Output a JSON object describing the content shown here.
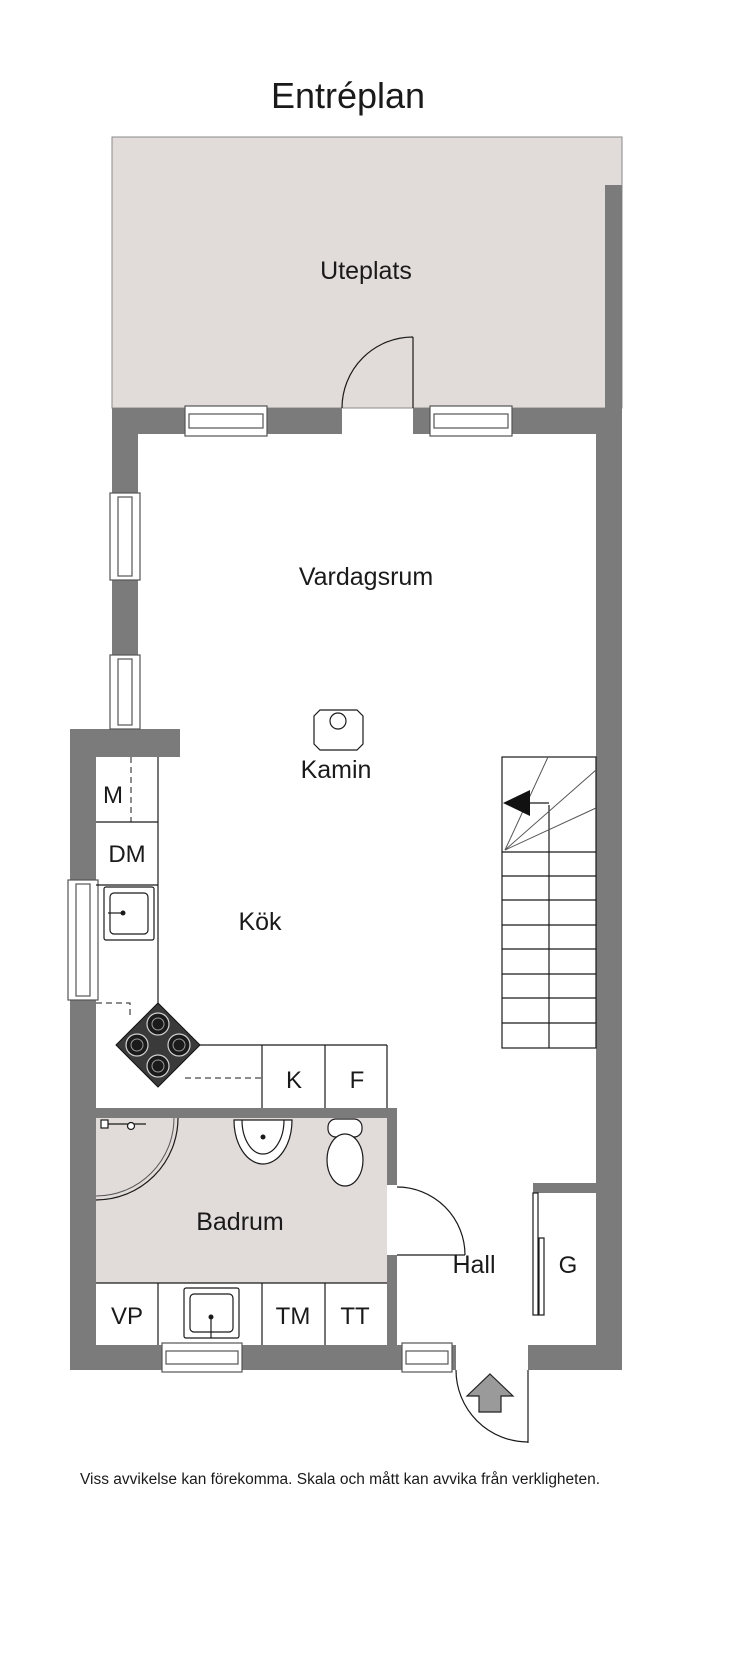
{
  "title": "Entréplan",
  "rooms": {
    "uteplats": "Uteplats",
    "vardagsrum": "Vardagsrum",
    "kamin": "Kamin",
    "kok": "Kök",
    "badrum": "Badrum",
    "hall": "Hall"
  },
  "fixtures": {
    "m": "M",
    "dm": "DM",
    "k": "K",
    "f": "F",
    "vp": "VP",
    "tm": "TM",
    "tt": "TT",
    "g": "G"
  },
  "footer": "Viss avvikelse kan förekomma. Skala och mått kan avvika från verkligheten.",
  "colors": {
    "wall": "#7b7b7b",
    "shaded_floor": "#e1dcd9",
    "ink": "#1a1a1a"
  }
}
